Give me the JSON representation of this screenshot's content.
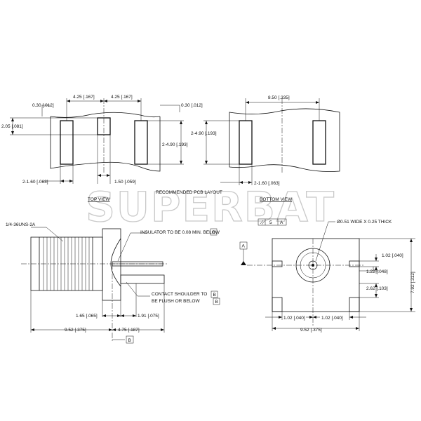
{
  "watermark": "SUPERBAT",
  "pcb_layout": {
    "title": "RECOMMENDED PCB LAYOUT",
    "top": {
      "dim_pitch_left": "4.25 [.167]",
      "dim_pitch_right": "4.25 [.167]",
      "dim_gap_left": "0.30 [.012]",
      "dim_gap_right": "0.30 [.012]",
      "dim_center_h": "2.05 [.081]",
      "dim_pad_h": "2-4.90 [.193]",
      "dim_pad_w": "2-1.60 [.063]",
      "dim_center_w": "1.50 [.059]"
    },
    "bottom": {
      "dim_spacing": "8.50 [.335]",
      "dim_pad_h": "2-4.90 [.193]",
      "dim_pad_w": "2-1.60 [.063]"
    }
  },
  "views": {
    "top_view": "TOP VIEW",
    "bottom_view": "BOTTOM VIEW"
  },
  "side_view": {
    "thread": "1/4-36UNS-2A",
    "note_insulator": "INSULATOR TO BE 0.08 MIN. BELOW",
    "note_contact_1": "CONTACT SHOULDER TO",
    "note_contact_2": "BE FLUSH OR BELOW",
    "datum_ref": "B",
    "dim_165": "1.65 [.065]",
    "dim_191": "1.91 [.075]",
    "dim_952": "9.52 [.375]",
    "dim_475": "4.75 [.187]",
    "datum_b": "B"
  },
  "front_view": {
    "tolerance": "5",
    "datum_a": "A",
    "note_pin": "Ø0.51 WIDE X 0.25 THICK",
    "dim_102_right": "1.02 [.040]",
    "dim_122": "1.22 [.048]",
    "dim_262": "2.62 [.103]",
    "dim_792": "7.92 [.312]",
    "dim_102_a": "1.02 [.040]",
    "dim_102_b": "1.02 [.040]",
    "dim_952": "9.52 [.375]"
  }
}
